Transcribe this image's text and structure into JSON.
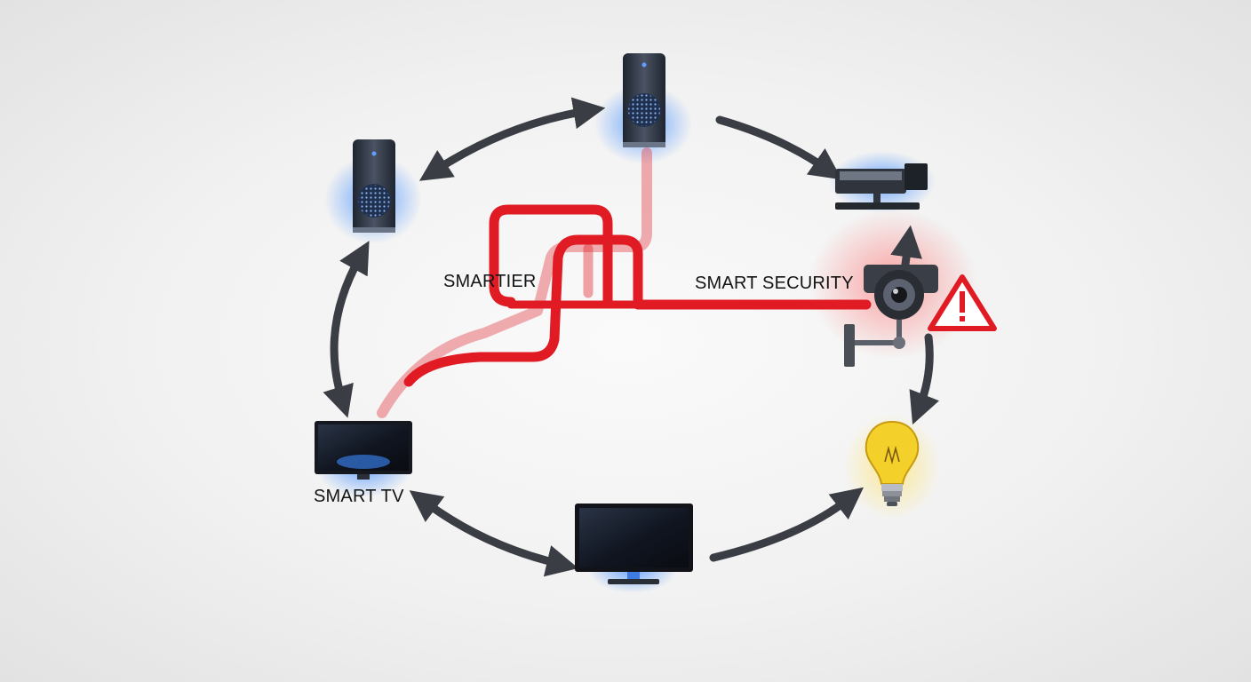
{
  "labels": {
    "smartier": "SMARTIER",
    "smart_security": "SMART SECURITY",
    "smart_tv": "SMART TV"
  },
  "nodes": [
    {
      "id": "speaker-top",
      "icon": "smart-speaker-icon"
    },
    {
      "id": "speaker-left",
      "icon": "smart-speaker-icon"
    },
    {
      "id": "projector",
      "icon": "projector-icon"
    },
    {
      "id": "security-camera",
      "icon": "security-camera-icon"
    },
    {
      "id": "warning",
      "icon": "warning-triangle-icon"
    },
    {
      "id": "light-bulb",
      "icon": "light-bulb-icon"
    },
    {
      "id": "monitor",
      "icon": "monitor-icon"
    },
    {
      "id": "smart-tv",
      "icon": "smart-tv-icon"
    }
  ],
  "colors": {
    "arrow": "#3a3d44",
    "threat_line": "#e01b24",
    "glow_blue": "#3d8bff",
    "glow_red": "#ff3b3b",
    "bulb": "#f4d02a"
  }
}
